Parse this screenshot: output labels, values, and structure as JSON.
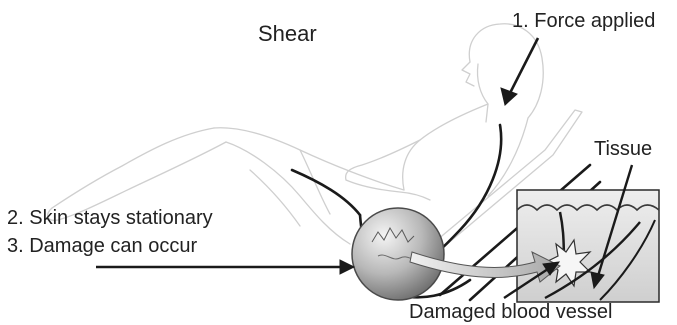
{
  "title": "Shear",
  "labels": {
    "step1": "1. Force applied",
    "step2": "2. Skin stays stationary",
    "step3": "3. Damage can occur",
    "tissue": "Tissue",
    "vessel": "Damaged blood vessel"
  },
  "colors": {
    "outline": "#cfcfcf",
    "arrow": "#1a1a1a",
    "text": "#222222",
    "tissue_fill": "#e2e2e2",
    "skin_ball": "#9a9a9a"
  },
  "icons": {
    "figure": "reclining-person-outline",
    "skin_ball": "magnified-skin-sphere",
    "tissue_panel": "tissue-cross-section"
  }
}
